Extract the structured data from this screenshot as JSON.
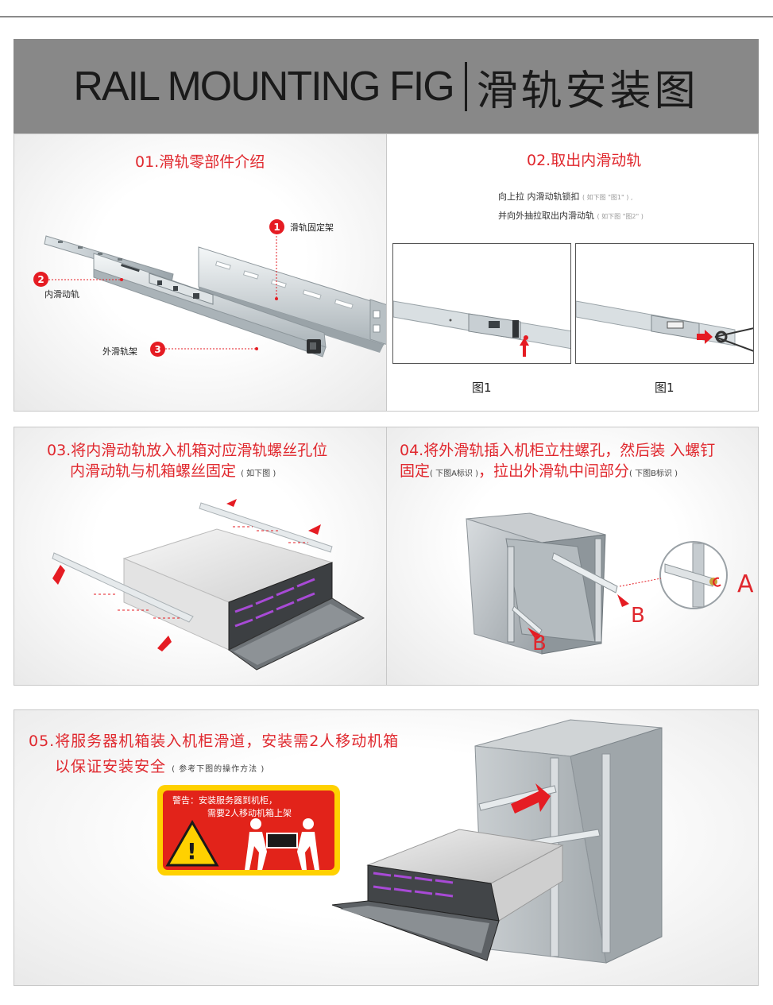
{
  "banner": {
    "title_en": "RAIL MOUNTING FIG",
    "title_zh": "滑轨安装图"
  },
  "section1": {
    "title": "01.滑轨零部件介绍",
    "parts": [
      {
        "num": "1",
        "label": "滑轨固定架"
      },
      {
        "num": "2",
        "label": "内滑动轨"
      },
      {
        "num": "3",
        "label": "外滑轨架"
      }
    ]
  },
  "section2": {
    "title": "02.取出内滑动轨",
    "line1": "向上拉 内滑动轨锁扣",
    "line1_note": "( 如下图 \"图1\" ) ,",
    "line2": "并向外抽拉取出内滑动轨",
    "line2_note": "( 如下图 \"图2\" )",
    "caption_left": "图1",
    "caption_right": "图1"
  },
  "section3": {
    "title_line1": "03.将内滑动轨放入机箱对应滑轨螺丝孔位",
    "title_line2": "内滑动轨与机箱螺丝固定",
    "title_note": "( 如下图 )"
  },
  "section4": {
    "title_line1": "04.将外滑轨插入机柜立柱螺孔，然后装 入螺钉",
    "title_line2_a": "固定",
    "note_a": "( 下图A标识 )",
    "title_line2_b": "，拉出外滑轨中间部分",
    "note_b": "( 下图B标识 )",
    "mark_a": "A",
    "mark_b": "B"
  },
  "section5": {
    "title_line1": "05.将服务器机箱装入机柜滑道，安装需2人移动机箱",
    "title_line2": "以保证安装安全",
    "title_note": "( 参考下图的操作方法 )",
    "warning_line1": "警告：安装服务器到机柜，",
    "warning_line2": "需要2人移动机箱上架",
    "warning_symbol": "!"
  },
  "colors": {
    "accent_red": "#e0282e",
    "banner_grey": "#888888",
    "warning_yellow": "#ffd100"
  }
}
